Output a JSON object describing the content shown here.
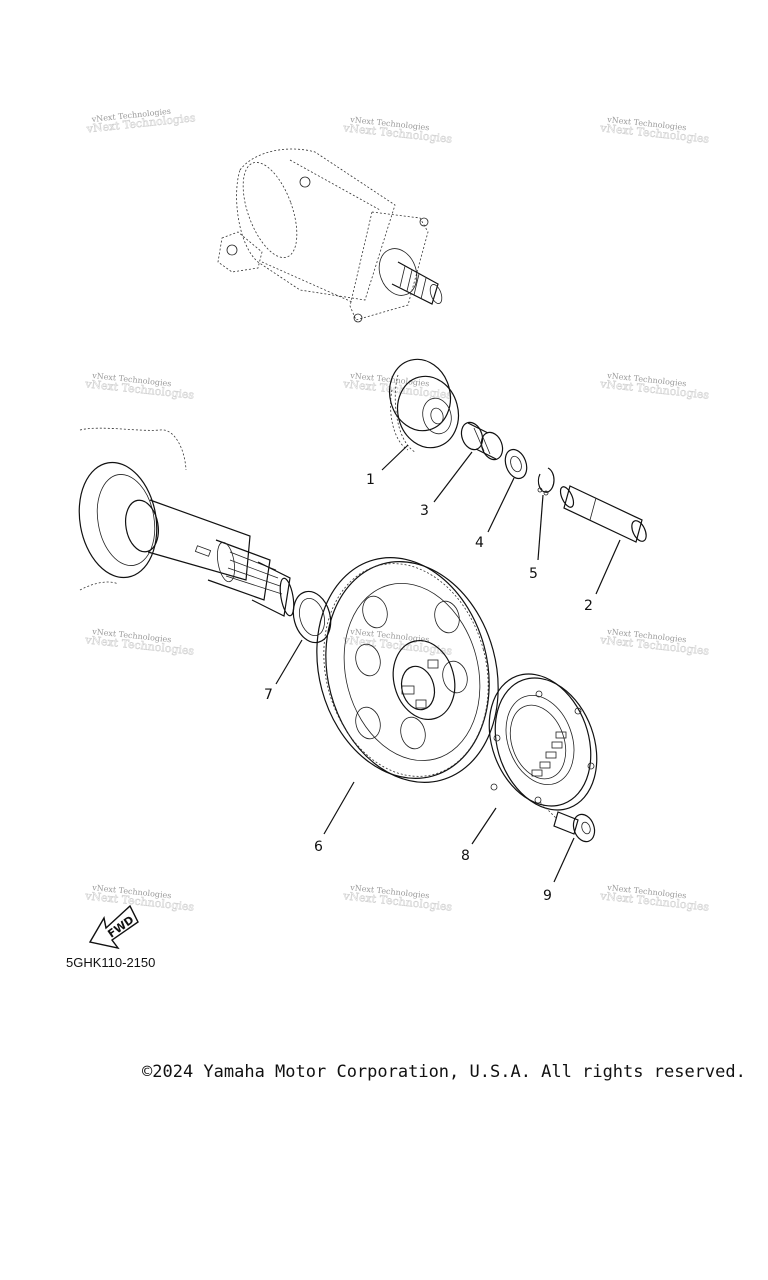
{
  "diagram": {
    "watermark_text": "vNext Technologies",
    "callouts": [
      {
        "id": "1",
        "label": "1"
      },
      {
        "id": "2",
        "label": "2"
      },
      {
        "id": "3",
        "label": "3"
      },
      {
        "id": "4",
        "label": "4"
      },
      {
        "id": "5",
        "label": "5"
      },
      {
        "id": "6",
        "label": "6"
      },
      {
        "id": "7",
        "label": "7"
      },
      {
        "id": "8",
        "label": "8"
      },
      {
        "id": "9",
        "label": "9"
      }
    ],
    "direction_arrow_label": "FWD",
    "part_code": "5GHK110-2150"
  },
  "footer": {
    "copyright": "©2024 Yamaha Motor Corporation, U.S.A. All rights reserved."
  },
  "icons": {
    "direction_arrow": "fwd-arrow-icon"
  }
}
